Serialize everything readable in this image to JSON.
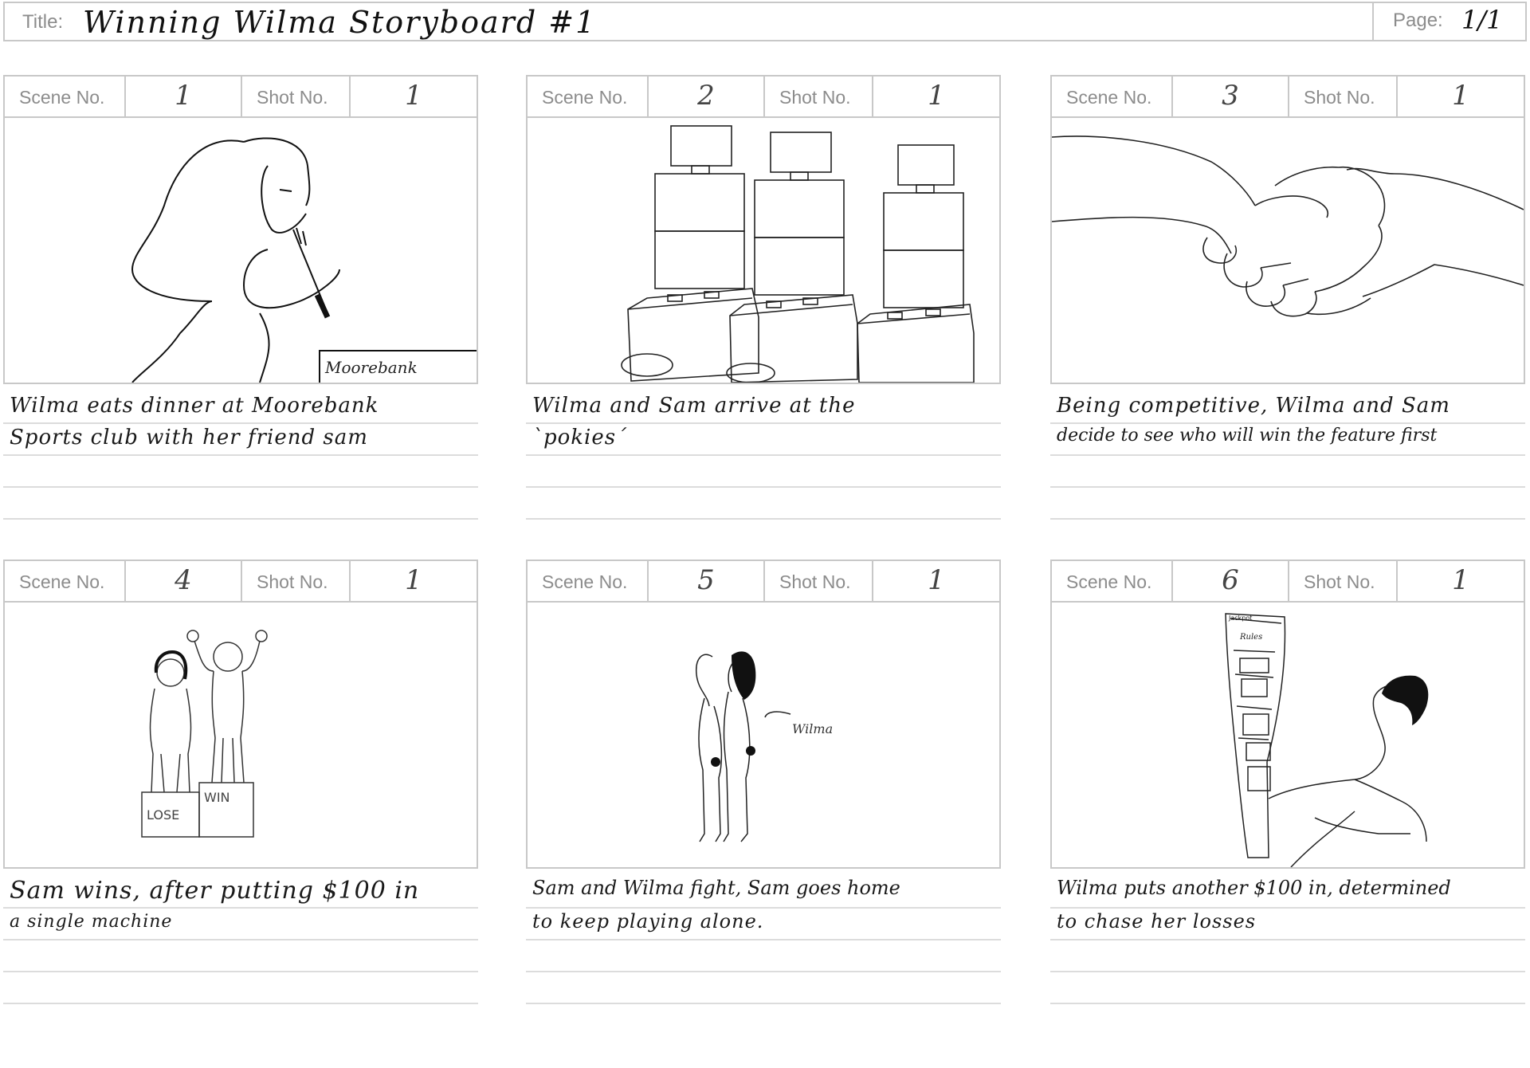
{
  "header": {
    "title_label": "Title:",
    "title_value": "Winning Wilma   Storyboard #1",
    "page_label": "Page:",
    "page_value": "1/1"
  },
  "labels": {
    "scene": "Scene No.",
    "shot": "Shot No."
  },
  "panels": [
    {
      "scene": "1",
      "shot": "1",
      "caption_in_frame": "Moorebank",
      "notes": [
        "Wilma eats dinner  at Moorebank",
        "Sports club with her friend  sam"
      ]
    },
    {
      "scene": "2",
      "shot": "1",
      "notes": [
        "Wilma and Sam arrive at the",
        "`pokies´"
      ]
    },
    {
      "scene": "3",
      "shot": "1",
      "notes": [
        "Being competitive, Wilma and Sam",
        "decide to see who will win the feature first"
      ]
    },
    {
      "scene": "4",
      "shot": "1",
      "box_left": "LOSE",
      "box_right": "WIN",
      "notes": [
        "Sam wins, after putting $100 in",
        "a single machine"
      ]
    },
    {
      "scene": "5",
      "shot": "1",
      "arrow_label": "Wilma",
      "notes": [
        "Sam and Wilma fight, Sam goes home",
        "to keep playing alone."
      ]
    },
    {
      "scene": "6",
      "shot": "1",
      "screen_top": "Jackpot",
      "screen_sub": "Rules",
      "notes": [
        "Wilma puts another $100 in, determined",
        "to chase her losses"
      ]
    }
  ]
}
